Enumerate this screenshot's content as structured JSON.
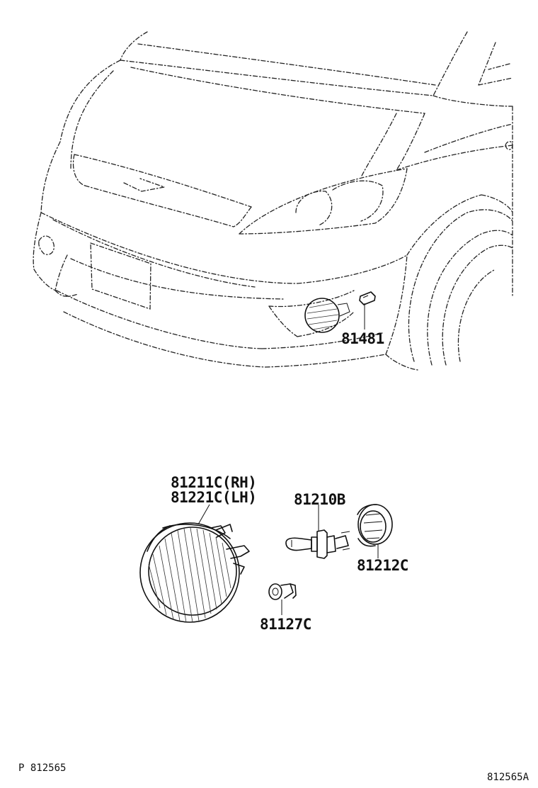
{
  "parts": {
    "fog_lamp_socket": "81481",
    "fog_lamp_rh": "81211C(RH)",
    "fog_lamp_lh": "81221C(LH)",
    "bulb": "81210B",
    "socket_cover": "81212C",
    "clip": "81127C"
  },
  "footer": {
    "page_code": "P 812565",
    "figure_code": "812565A"
  }
}
